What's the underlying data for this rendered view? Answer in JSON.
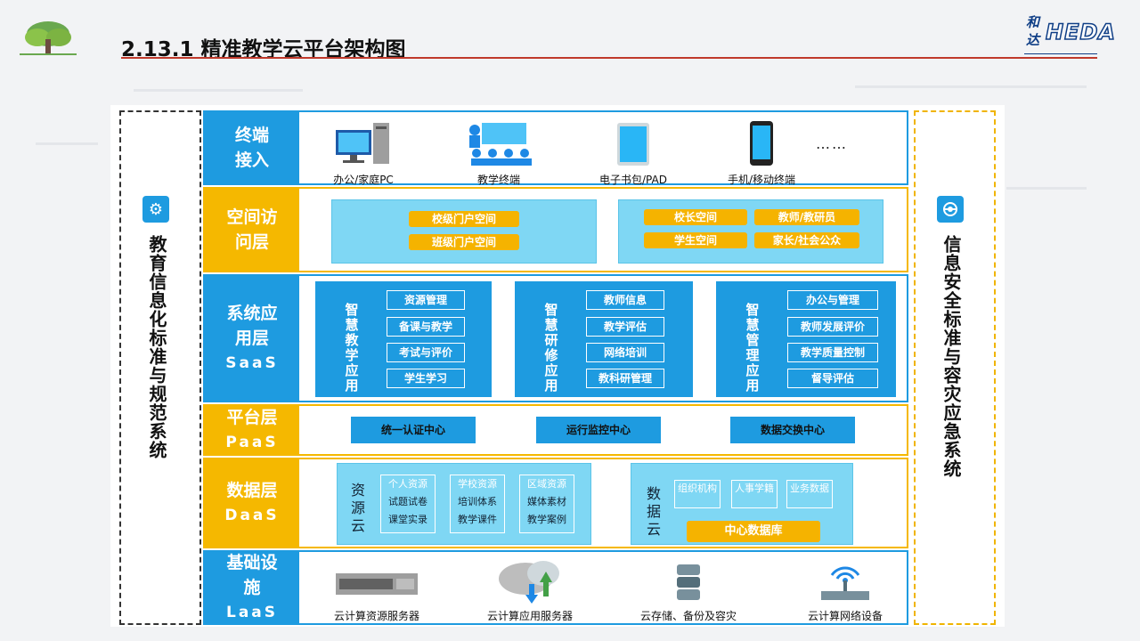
{
  "header": {
    "title": "2.13.1  精准教学云平台架构图",
    "brand_cn_top": "和",
    "brand_cn_bottom": "达",
    "brand_en": "HEDA"
  },
  "left_side": {
    "label": "教育信息化标准与规范系统",
    "icon": "gear-icon"
  },
  "right_side": {
    "label": "信息安全标准与容灾应急系统",
    "icon": "shield-icon"
  },
  "terminal": {
    "label_line1": "终端",
    "label_line2": "接入",
    "items": [
      {
        "label": "办公/家庭PC",
        "icon": "desktop-pc-icon"
      },
      {
        "label": "教学终端",
        "icon": "classroom-icon"
      },
      {
        "label": "电子书包/PAD",
        "icon": "tablet-icon"
      },
      {
        "label": "手机/移动终端",
        "icon": "phone-icon"
      }
    ],
    "more": "……"
  },
  "space": {
    "label_line1": "空间访",
    "label_line2": "问层",
    "left_pills": [
      "校级门户空间",
      "班级门户空间"
    ],
    "right_pills": [
      "校长空间",
      "教师/教研员",
      "学生空间",
      "家长/社会公众"
    ]
  },
  "saas": {
    "label_line1": "系统应",
    "label_line2": "用层",
    "label_en": "SaaS",
    "apps": [
      {
        "title": "智慧教学应用",
        "items": [
          "资源管理",
          "备课与教学",
          "考试与评价",
          "学生学习"
        ]
      },
      {
        "title": "智慧研修应用",
        "items": [
          "教师信息",
          "教学评估",
          "网络培训",
          "教科研管理"
        ]
      },
      {
        "title": "智慧管理应用",
        "items": [
          "办公与管理",
          "教师发展评价",
          "教学质量控制",
          "督导评估"
        ]
      }
    ]
  },
  "paas": {
    "label_line1": "平台层",
    "label_en": "PaaS",
    "items": [
      "统一认证中心",
      "运行监控中心",
      "数据交换中心"
    ]
  },
  "daas": {
    "label_line1": "数据层",
    "label_en": "DaaS",
    "resource_cloud": {
      "title": "资源云",
      "columns": [
        {
          "head": "个人资源",
          "items": [
            "试题试卷",
            "课堂实录"
          ]
        },
        {
          "head": "学校资源",
          "items": [
            "培训体系",
            "教学课件"
          ]
        },
        {
          "head": "区域资源",
          "items": [
            "媒体素材",
            "教学案例"
          ]
        }
      ]
    },
    "data_cloud": {
      "title": "数据云",
      "items": [
        "组织机构",
        "人事学籍",
        "业务数据"
      ],
      "db": "中心数据库"
    }
  },
  "laas": {
    "label_line1": "基础设",
    "label_line2": "施",
    "label_en": "LaaS",
    "items": [
      {
        "label": "云计算资源服务器",
        "icon": "server-rack-icon"
      },
      {
        "label": "云计算应用服务器",
        "icon": "cloud-server-icon"
      },
      {
        "label": "云存储、备份及容灾",
        "icon": "database-icon"
      },
      {
        "label": "云计算网络设备",
        "icon": "wireless-router-icon"
      }
    ]
  },
  "colors": {
    "blue": "#1e9be0",
    "gold": "#f5b800",
    "light_blue": "#7fd7f4",
    "accent_line": "#c0392b"
  }
}
